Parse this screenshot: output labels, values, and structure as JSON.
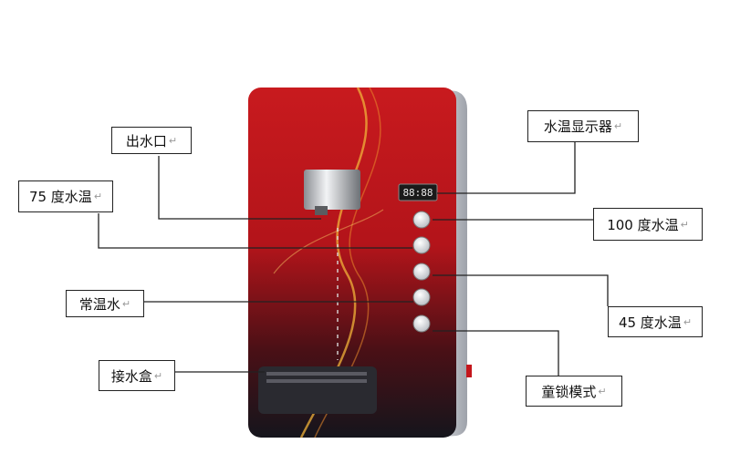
{
  "callouts": {
    "outlet": "出水口",
    "temp_75": "75 度水温",
    "room_temp": "常温水",
    "drip_tray": "接水盒",
    "display": "水温显示器",
    "temp_100": "100 度水温",
    "temp_45": "45 度水温",
    "child_lock": "童锁模式"
  },
  "return_mark": "↵",
  "display_readout": "88:88",
  "colors": {
    "panel_red": "#c4161c",
    "panel_dark": "#1b1b22",
    "frame_silver": "#c9ccd2",
    "line": "#222222"
  }
}
